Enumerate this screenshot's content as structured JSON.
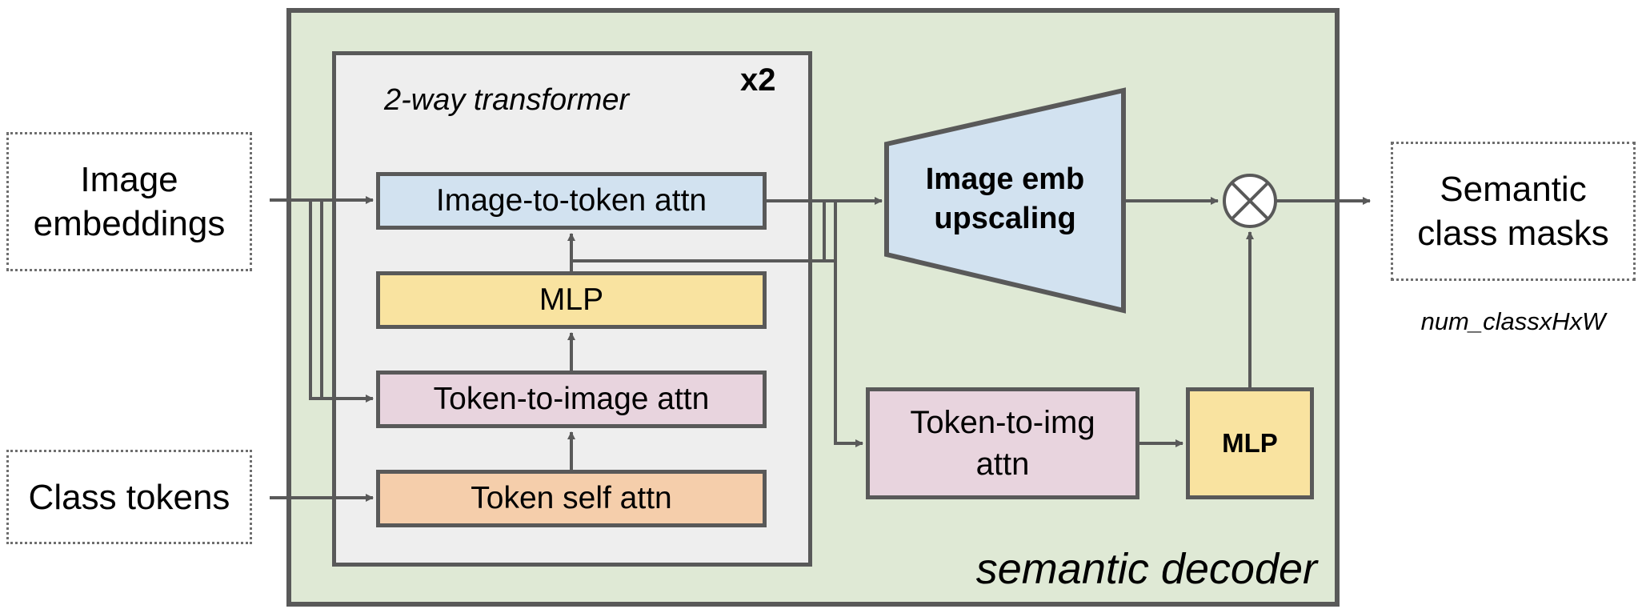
{
  "inputs": {
    "image_embeddings": "Image\nembeddings",
    "class_tokens": "Class tokens"
  },
  "output": {
    "label": "Semantic\nclass masks",
    "shape": "num_classxHxW"
  },
  "decoder": {
    "label": "semantic decoder"
  },
  "transformer": {
    "title": "2-way transformer",
    "repeat": "x2",
    "blocks": {
      "image_to_token": "Image-to-token attn",
      "mlp": "MLP",
      "token_to_image": "Token-to-image attn",
      "token_self": "Token self attn"
    }
  },
  "upscaling": {
    "label": "Image emb\nupscaling"
  },
  "final_attn": {
    "label": "Token-to-img\nattn"
  },
  "final_mlp": {
    "label": "MLP"
  },
  "colors": {
    "decoder_bg": "#dfe9d5",
    "transformer_bg": "#eeeeee",
    "blue": "#d2e2f0",
    "yellow": "#f9e3a0",
    "pink": "#e8d4de",
    "orange": "#f5ceab",
    "stroke": "#595959"
  },
  "icons": {
    "multiply": "circle-times-icon"
  }
}
